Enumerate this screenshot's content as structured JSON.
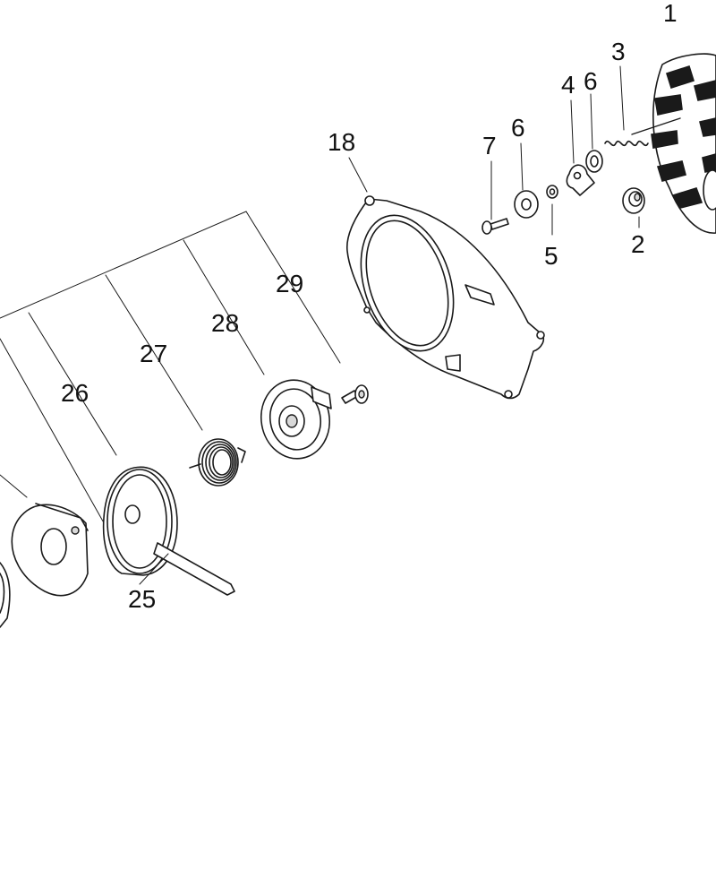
{
  "callouts": {
    "c1": "1",
    "c2": "2",
    "c3": "3",
    "c4": "4",
    "c5": "5",
    "c6a": "6",
    "c6b": "6",
    "c7": "7",
    "c18": "18",
    "c25": "25",
    "c26": "26",
    "c27": "27",
    "c28": "28",
    "c29": "29"
  },
  "parts": {
    "p1": "flywheel-icon",
    "p2": "flange-nut-icon",
    "p3": "spring-icon",
    "p4": "pawl-icon",
    "p5": "washer-icon",
    "p6": "washer-icon",
    "p7": "screw-icon",
    "p18": "fan-housing-icon",
    "p25": "starter-rope-icon",
    "p26": "rope-pulley-icon",
    "p27": "rewind-spring-icon",
    "p28": "spring-cover-icon",
    "p29": "screw-icon"
  },
  "colors": {
    "line": "#1a1a1a",
    "background": "#ffffff"
  }
}
